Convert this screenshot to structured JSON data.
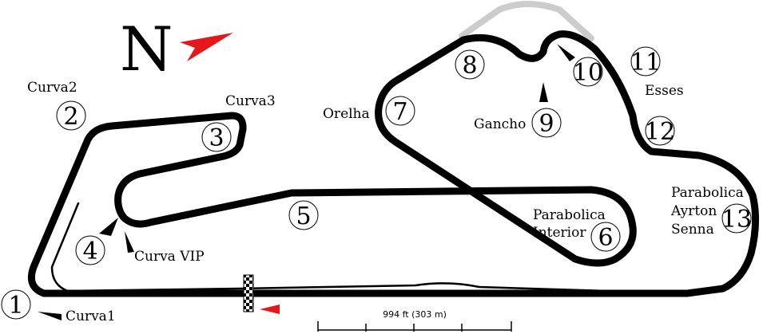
{
  "colors": {
    "track": "#000000",
    "old_section": "#cccccc",
    "arrow": "#e4181b",
    "background": "#ffffff"
  },
  "north": {
    "letter": "N"
  },
  "scale": {
    "label": "994 ft (303 m)"
  },
  "corners": [
    {
      "number": "1",
      "label": "Curva1"
    },
    {
      "number": "2",
      "label": "Curva2"
    },
    {
      "number": "3",
      "label": "Curva3"
    },
    {
      "number": "4",
      "label": "Curva VIP"
    },
    {
      "number": "5",
      "label": ""
    },
    {
      "number": "6",
      "label_lines": [
        "Parabolica",
        "Interior"
      ]
    },
    {
      "number": "7",
      "label": "Orelha"
    },
    {
      "number": "8",
      "label": ""
    },
    {
      "number": "9",
      "label": "Gancho"
    },
    {
      "number": "10",
      "label": ""
    },
    {
      "number": "11",
      "label": "Esses"
    },
    {
      "number": "12",
      "label": ""
    },
    {
      "number": "13",
      "label_lines": [
        "Parabolica",
        "Ayrton",
        "Senna"
      ]
    }
  ]
}
